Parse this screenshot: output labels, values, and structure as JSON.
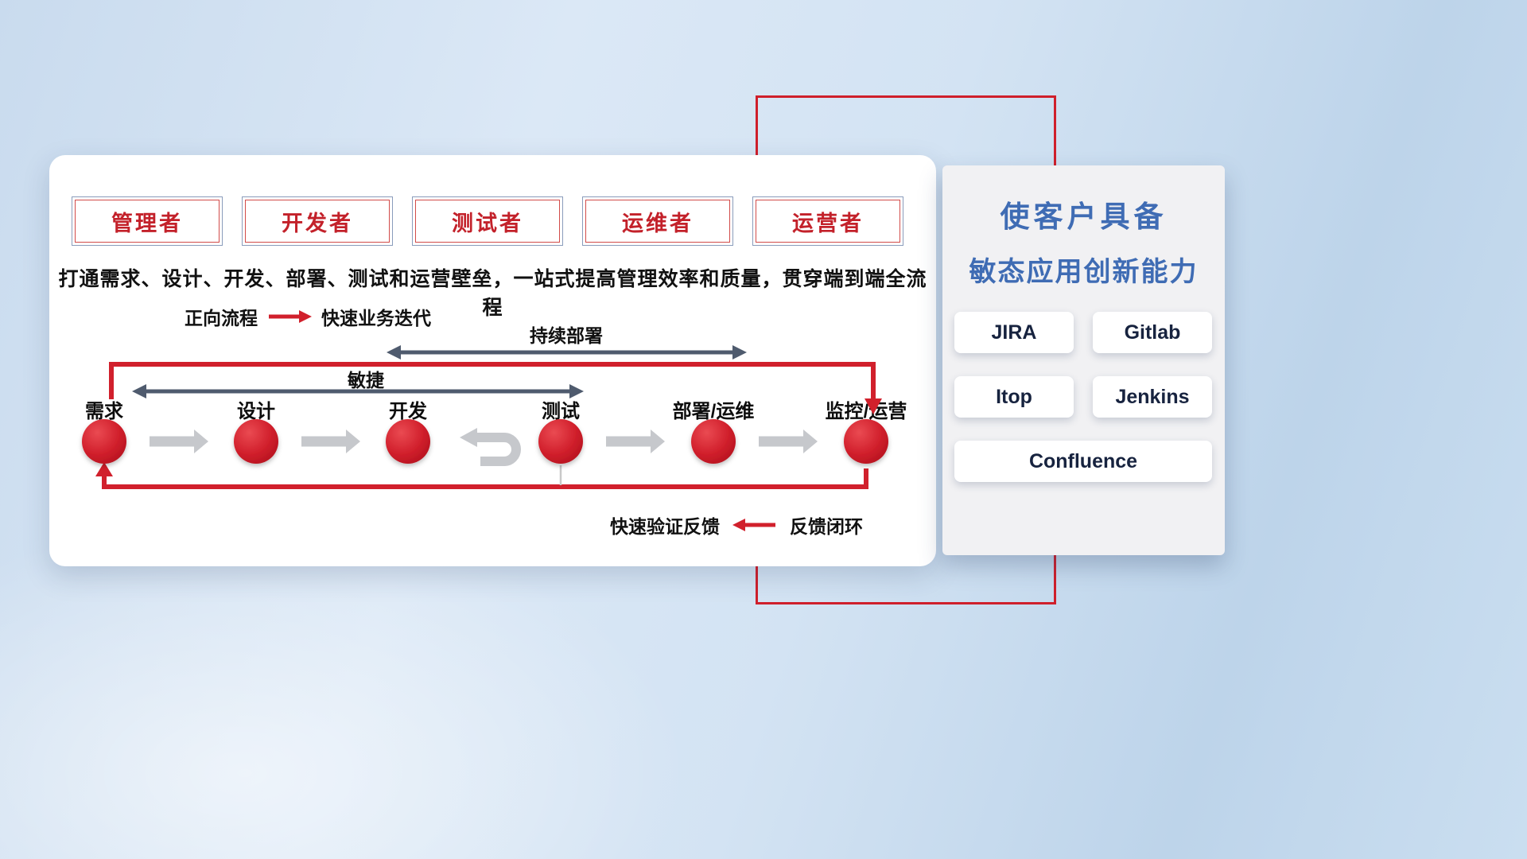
{
  "roles": {
    "items": [
      {
        "label": "管理者"
      },
      {
        "label": "开发者"
      },
      {
        "label": "测试者"
      },
      {
        "label": "运维者"
      },
      {
        "label": "运营者"
      }
    ]
  },
  "subtitle": "打通需求、设计、开发、部署、测试和运营壁垒，一站式提高管理效率和质量，贯穿端到端全流程",
  "legend_forward": {
    "label": "正向流程",
    "desc": "快速业务迭代"
  },
  "flow": {
    "cd_label": "持续部署",
    "agile_label": "敏捷",
    "stages": [
      {
        "label": "需求"
      },
      {
        "label": "设计"
      },
      {
        "label": "开发"
      },
      {
        "label": "测试"
      },
      {
        "label": "部署/运维"
      },
      {
        "label": "监控/运营"
      }
    ]
  },
  "legend_feedback": {
    "label": "快速验证反馈",
    "desc": "反馈闭环"
  },
  "panel": {
    "title_line1": "使客户具备",
    "title_line2": "敏态应用创新能力",
    "tools": [
      {
        "label": "JIRA"
      },
      {
        "label": "Gitlab"
      },
      {
        "label": "Itop"
      },
      {
        "label": "Jenkins"
      },
      {
        "label": "Confluence"
      }
    ]
  },
  "colors": {
    "accent_red": "#d1202c",
    "role_red": "#c3212a",
    "title_blue": "#3f6cb4",
    "dark_arrow": "#4f5b6e",
    "flow_gray": "#c6c8cc"
  }
}
